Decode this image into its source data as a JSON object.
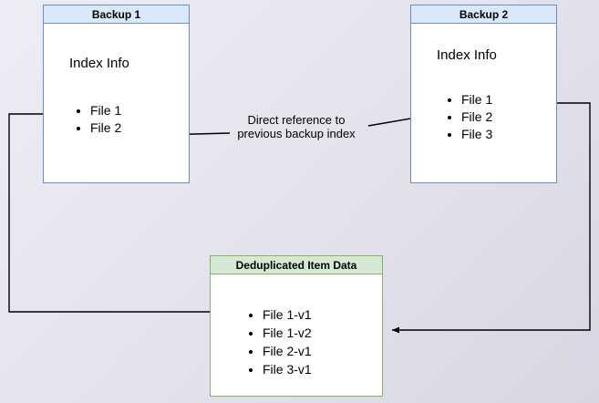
{
  "backup1": {
    "title": "Backup 1",
    "subtitle": "Index Info",
    "files": [
      "File 1",
      "File 2"
    ]
  },
  "backup2": {
    "title": "Backup 2",
    "subtitle": "Index Info",
    "files": [
      "File 1",
      "File 2",
      "File 3"
    ]
  },
  "dedup": {
    "title": "Deduplicated Item Data",
    "items": [
      "File 1-v1",
      "File 1-v2",
      "File 2-v1",
      "File 3-v1"
    ]
  },
  "annotation": {
    "line1": "Direct reference to",
    "line2": "previous backup index"
  },
  "colors": {
    "blue_border": "#6c8ebf",
    "blue_fill": "#dae8fc",
    "green_border": "#82b366",
    "green_fill": "#d5e8d4",
    "arrow": "#000000",
    "background": "#e4e4ed"
  }
}
